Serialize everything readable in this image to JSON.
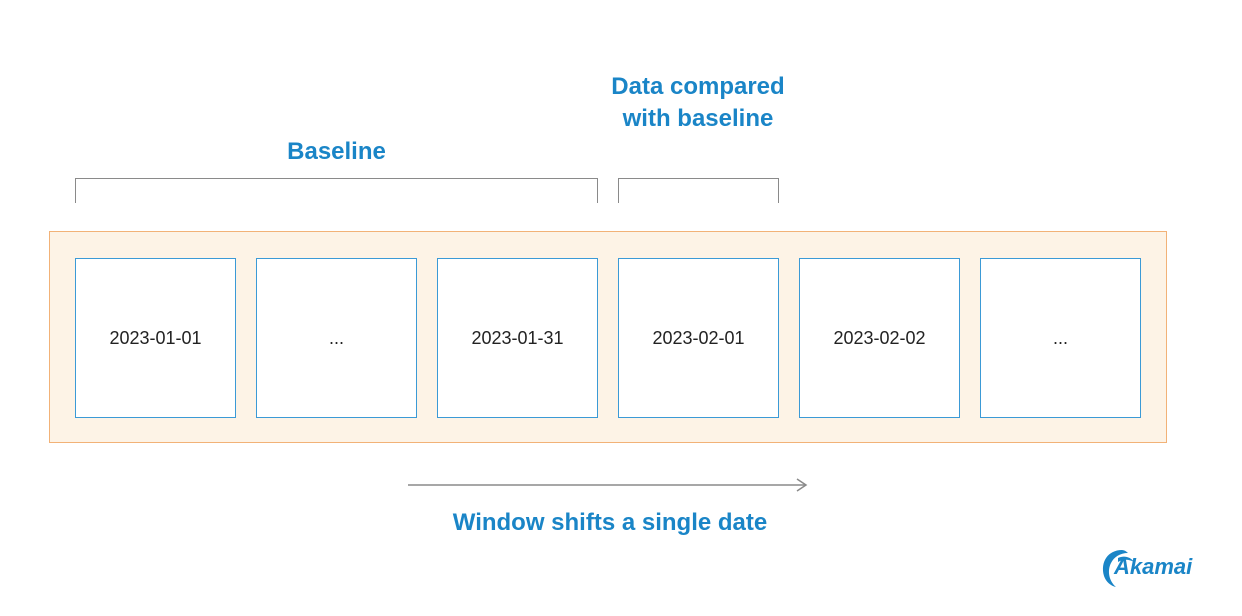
{
  "labels": {
    "baseline": "Baseline",
    "compared": "Data compared with baseline",
    "window_shift": "Window shifts a single date"
  },
  "dates": [
    "2023-01-01",
    "...",
    "2023-01-31",
    "2023-02-01",
    "2023-02-02",
    "..."
  ],
  "brand": {
    "name": "Akamai",
    "color": "#1a85c7"
  },
  "colors": {
    "label": "#1a85c7",
    "cell_border": "#3b9ad6",
    "strip_fill": "#fdf3e6",
    "strip_border": "#f2b277",
    "bracket": "#8a8a8a"
  }
}
